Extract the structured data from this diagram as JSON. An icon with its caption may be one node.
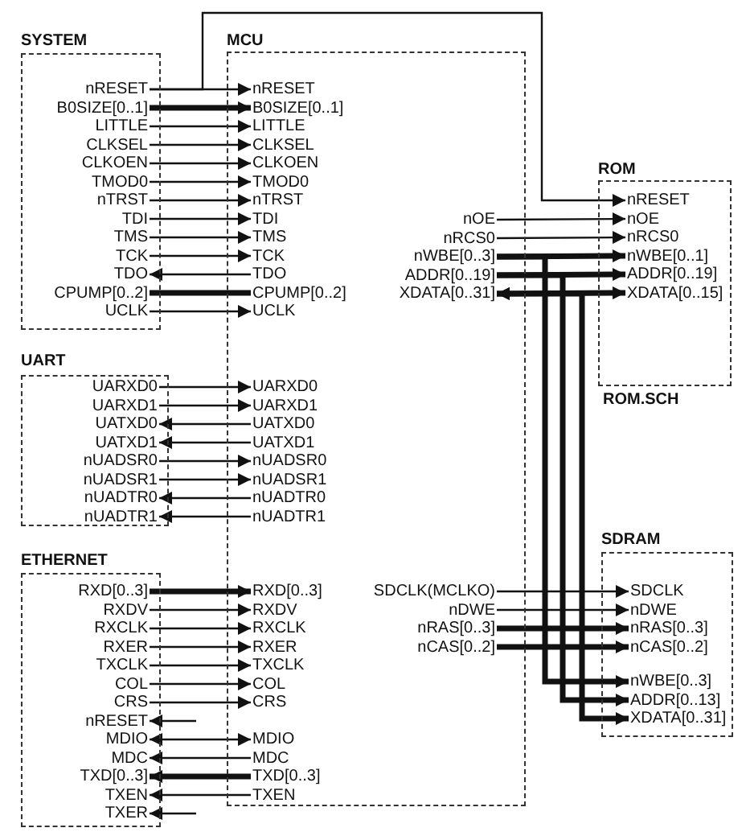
{
  "diagram": {
    "nodes": [
      {
        "text": [
          "SYSTEM"
        ]
      },
      {
        "text": [
          "nRESET"
        ],
        "in": 0
      },
      {
        "text": [
          "B0SIZE[0..1]"
        ],
        "in": 0
      },
      {
        "text": [
          "LITTLE"
        ],
        "in": 0
      },
      {
        "text": [
          "CLKSEL"
        ],
        "in": 0
      },
      {
        "text": [
          "CLKOEN"
        ],
        "in": 0
      },
      {
        "text": [
          "TMOD0"
        ],
        "in": 0
      },
      {
        "text": [
          "nTRST"
        ],
        "in": 0
      },
      {
        "text": [
          "TDI"
        ],
        "in": 0
      },
      {
        "text": [
          "TMS"
        ],
        "in": 0
      },
      {
        "text": [
          "TCK"
        ],
        "in": 0
      },
      {
        "text": [
          "TDO"
        ],
        "in": 0
      },
      {
        "text": [
          "CPUMP[0..2]"
        ],
        "in": 0
      },
      {
        "text": [
          "UCLK"
        ],
        "in": 0
      },
      {
        "text": [
          "MCU"
        ]
      },
      {
        "text": [
          "nRESET"
        ],
        "in": 14
      },
      {
        "text": [
          "B0SIZE[0..1]"
        ],
        "in": 14
      },
      {
        "text": [
          "LITTLE"
        ],
        "in": 14
      },
      {
        "text": [
          "CLKSEL"
        ],
        "in": 14
      },
      {
        "text": [
          "CLKOEN"
        ],
        "in": 14
      },
      {
        "text": [
          "TMOD0"
        ],
        "in": 14
      },
      {
        "text": [
          "nTRST"
        ],
        "in": 14
      },
      {
        "text": [
          "TDI"
        ],
        "in": 14
      },
      {
        "text": [
          "TMS"
        ],
        "in": 14
      },
      {
        "text": [
          "TCK"
        ],
        "in": 14
      },
      {
        "text": [
          "TDO"
        ],
        "in": 14
      },
      {
        "text": [
          "CPUMP[0..2]"
        ],
        "in": 14
      },
      {
        "text": [
          "UCLK"
        ],
        "in": 14
      },
      {
        "text": [
          "UARXD0"
        ],
        "in": 14
      },
      {
        "text": [
          "UARXD1"
        ],
        "in": 14
      },
      {
        "text": [
          "UATXD0"
        ],
        "in": 14
      },
      {
        "text": [
          "UATXD1"
        ],
        "in": 14
      },
      {
        "text": [
          "nUADSR0"
        ],
        "in": 14
      },
      {
        "text": [
          "nUADSR1"
        ],
        "in": 14
      },
      {
        "text": [
          "nUADTR0"
        ],
        "in": 14
      },
      {
        "text": [
          "nUADTR1"
        ],
        "in": 14
      },
      {
        "text": [
          "RXD[0..3]"
        ],
        "in": 14
      },
      {
        "text": [
          "RXDV"
        ],
        "in": 14
      },
      {
        "text": [
          "RXCLK"
        ],
        "in": 14
      },
      {
        "text": [
          "RXER"
        ],
        "in": 14
      },
      {
        "text": [
          "TXCLK"
        ],
        "in": 14
      },
      {
        "text": [
          "COL"
        ],
        "in": 14
      },
      {
        "text": [
          "CRS"
        ],
        "in": 14
      },
      {
        "text": [
          "MDIO"
        ],
        "in": 14
      },
      {
        "text": [
          "MDC"
        ],
        "in": 14
      },
      {
        "text": [
          "TXD[0..3]"
        ],
        "in": 14
      },
      {
        "text": [
          "TXEN"
        ],
        "in": 14
      },
      {
        "text": [
          "nOE"
        ],
        "in": 14
      },
      {
        "text": [
          "nRCS0"
        ],
        "in": 14
      },
      {
        "text": [
          "nWBE[0..3]"
        ],
        "in": 14
      },
      {
        "text": [
          "ADDR[0..19]"
        ],
        "in": 14
      },
      {
        "text": [
          "XDATA[0..31]"
        ],
        "in": 14
      },
      {
        "text": [
          "SDCLK(MCLKO)"
        ],
        "in": 14
      },
      {
        "text": [
          "nDWE"
        ],
        "in": 14
      },
      {
        "text": [
          "nRAS[0..3]"
        ],
        "in": 14
      },
      {
        "text": [
          "nCAS[0..2]"
        ],
        "in": 14
      },
      {
        "text": [
          "ROM"
        ],
        "beside": [
          "ROM.SCH"
        ]
      },
      {
        "text": [
          "nRESET"
        ],
        "in": 56
      },
      {
        "text": [
          "nOE"
        ],
        "in": 56
      },
      {
        "text": [
          "nRCS0"
        ],
        "in": 56
      },
      {
        "text": [
          "nWBE[0..1]"
        ],
        "in": 56
      },
      {
        "text": [
          "ADDR[0..19]"
        ],
        "in": 56
      },
      {
        "text": [
          "XDATA[0..15]"
        ],
        "in": 56
      },
      {
        "text": [
          "UART"
        ]
      },
      {
        "text": [
          "UARXD0"
        ],
        "in": 63
      },
      {
        "text": [
          "UARXD1"
        ],
        "in": 63
      },
      {
        "text": [
          "UATXD0"
        ],
        "in": 63
      },
      {
        "text": [
          "UATXD1"
        ],
        "in": 63
      },
      {
        "text": [
          "nUADSR0"
        ],
        "in": 63
      },
      {
        "text": [
          "nUADSR1"
        ],
        "in": 63
      },
      {
        "text": [
          "nUADTR0"
        ],
        "in": 63
      },
      {
        "text": [
          "nUADTR1"
        ],
        "in": 63
      },
      {
        "text": [
          "ETHERNET"
        ]
      },
      {
        "text": [
          "RXD[0..3]"
        ],
        "in": 72
      },
      {
        "text": [
          "RXDV"
        ],
        "in": 72
      },
      {
        "text": [
          "RXCLK"
        ],
        "in": 72
      },
      {
        "text": [
          "RXER"
        ],
        "in": 72
      },
      {
        "text": [
          "TXCLK"
        ],
        "in": 72
      },
      {
        "text": [
          "COL"
        ],
        "in": 72
      },
      {
        "text": [
          "CRS"
        ],
        "in": 72
      },
      {
        "text": [
          "nRESET"
        ],
        "in": 72
      },
      {
        "text": [
          "MDIO"
        ],
        "in": 72
      },
      {
        "text": [
          "MDC"
        ],
        "in": 72
      },
      {
        "text": [
          "TXD[0..3]"
        ],
        "in": 72
      },
      {
        "text": [
          "TXEN"
        ],
        "in": 72
      },
      {
        "text": [
          "TXER"
        ],
        "in": 72
      },
      {
        "text": [
          "SDRAM"
        ]
      },
      {
        "text": [
          "SDCLK"
        ],
        "in": 86
      },
      {
        "text": [
          "nDWE"
        ],
        "in": 86
      },
      {
        "text": [
          "nRAS[0..3]"
        ],
        "in": 86
      },
      {
        "text": [
          "nCAS[0..2]"
        ],
        "in": 86
      },
      {
        "text": [
          "nWBE[0..3]"
        ],
        "in": 86
      },
      {
        "text": [
          "ADDR[0..13]"
        ],
        "in": 86
      },
      {
        "text": [
          "XDATA[0..31]"
        ],
        "in": 86
      }
    ],
    "edges": [
      {
        "from": 1,
        "to": 15,
        "arrow": "to"
      },
      {
        "from": 2,
        "to": 16,
        "arrow": "to",
        "style": "thick"
      },
      {
        "from": 3,
        "to": 17,
        "arrow": "to"
      },
      {
        "from": 4,
        "to": 18,
        "arrow": "to"
      },
      {
        "from": 5,
        "to": 19,
        "arrow": "to"
      },
      {
        "from": 6,
        "to": 20,
        "arrow": "to"
      },
      {
        "from": 7,
        "to": 21,
        "arrow": "to"
      },
      {
        "from": 8,
        "to": 22,
        "arrow": "to"
      },
      {
        "from": 9,
        "to": 23,
        "arrow": "to"
      },
      {
        "from": 10,
        "to": 24,
        "arrow": "to"
      },
      {
        "from": 25,
        "to": 11,
        "arrow": "to"
      },
      {
        "from": 12,
        "to": 26,
        "arrow": "none",
        "style": "thick"
      },
      {
        "from": 13,
        "to": 27,
        "arrow": "to"
      },
      {
        "from": 1,
        "to": 57,
        "arrow": "to"
      },
      {
        "from": 64,
        "to": 28,
        "arrow": "to"
      },
      {
        "from": 65,
        "to": 29,
        "arrow": "to"
      },
      {
        "from": 30,
        "to": 66,
        "arrow": "to"
      },
      {
        "from": 31,
        "to": 67,
        "arrow": "to"
      },
      {
        "from": 68,
        "to": 32,
        "arrow": "to"
      },
      {
        "from": 69,
        "to": 33,
        "arrow": "to"
      },
      {
        "from": 34,
        "to": 70,
        "arrow": "to"
      },
      {
        "from": 35,
        "to": 71,
        "arrow": "to"
      },
      {
        "from": 73,
        "to": 36,
        "arrow": "to",
        "style": "thick"
      },
      {
        "from": 74,
        "to": 37,
        "arrow": "to"
      },
      {
        "from": 75,
        "to": 38,
        "arrow": "to"
      },
      {
        "from": 76,
        "to": 39,
        "arrow": "to"
      },
      {
        "from": 77,
        "to": 40,
        "arrow": "to"
      },
      {
        "from": 78,
        "to": 41,
        "arrow": "to"
      },
      {
        "from": 79,
        "to": 42,
        "arrow": "to"
      },
      {
        "from": null,
        "to": 80,
        "arrow": "to"
      },
      {
        "from": 81,
        "to": 43,
        "arrow": "both"
      },
      {
        "from": 44,
        "to": 82,
        "arrow": "to"
      },
      {
        "from": 45,
        "to": 83,
        "arrow": "to",
        "style": "thick"
      },
      {
        "from": 46,
        "to": 84,
        "arrow": "to"
      },
      {
        "from": null,
        "to": 85,
        "arrow": "to"
      },
      {
        "from": 47,
        "to": 58,
        "arrow": "to"
      },
      {
        "from": 48,
        "to": 59,
        "arrow": "to"
      },
      {
        "from": 49,
        "to": 60,
        "arrow": "to",
        "style": "thick"
      },
      {
        "from": 50,
        "to": 61,
        "arrow": "to",
        "style": "thick"
      },
      {
        "from": 51,
        "to": 62,
        "arrow": "both",
        "style": "thick"
      },
      {
        "from": 52,
        "to": 87,
        "arrow": "to"
      },
      {
        "from": 53,
        "to": 88,
        "arrow": "to"
      },
      {
        "from": 54,
        "to": 89,
        "arrow": "to",
        "style": "thick"
      },
      {
        "from": 55,
        "to": 90,
        "arrow": "to",
        "style": "thick"
      },
      {
        "from": 49,
        "to": 91,
        "arrow": "to",
        "style": "thick"
      },
      {
        "from": 50,
        "to": 92,
        "arrow": "to",
        "style": "thick"
      },
      {
        "from": 51,
        "to": 93,
        "arrow": "both",
        "style": "thick"
      }
    ]
  }
}
